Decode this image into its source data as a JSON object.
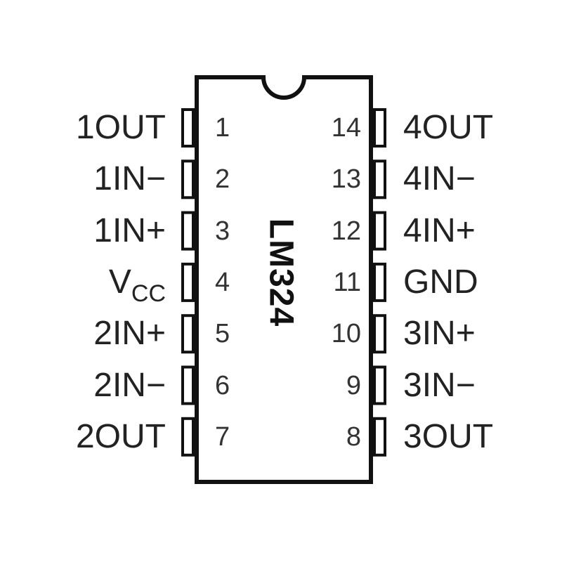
{
  "chip": {
    "label": "LM324",
    "pins_left": [
      {
        "num": "1",
        "name": "1OUT"
      },
      {
        "num": "2",
        "name": "1IN−"
      },
      {
        "num": "3",
        "name": "1IN+"
      },
      {
        "num": "4",
        "name": "V",
        "sub": "CC"
      },
      {
        "num": "5",
        "name": "2IN+"
      },
      {
        "num": "6",
        "name": "2IN−"
      },
      {
        "num": "7",
        "name": "2OUT"
      }
    ],
    "pins_right": [
      {
        "num": "14",
        "name": "4OUT"
      },
      {
        "num": "13",
        "name": "4IN−"
      },
      {
        "num": "12",
        "name": "4IN+"
      },
      {
        "num": "11",
        "name": "GND"
      },
      {
        "num": "10",
        "name": "3IN+"
      },
      {
        "num": "9",
        "name": "3IN−"
      },
      {
        "num": "8",
        "name": "3OUT"
      }
    ]
  },
  "colors": {
    "line": "#111111",
    "text": "#222222",
    "background": "#ffffff"
  }
}
